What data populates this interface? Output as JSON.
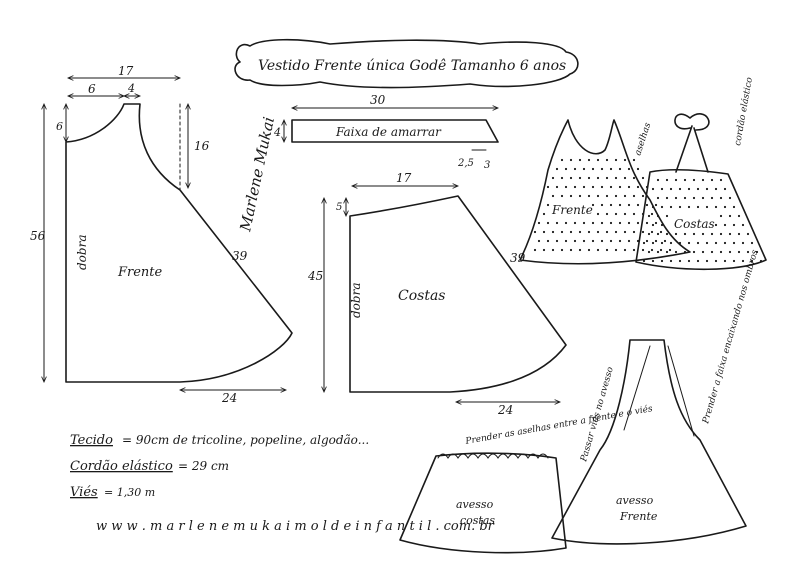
{
  "title": "Vestido Frente única Godê Tamanho 6 anos",
  "front_pattern": {
    "dim_width_top": "17",
    "dim_neck": "6",
    "dim_strap": "4",
    "dim_side_drop": "6",
    "dim_armhole": "16",
    "dim_length": "56",
    "dim_side_seam": "39",
    "dim_hem_ext": "24",
    "fold_label": "dobra",
    "piece_label": "Frente"
  },
  "back_pattern": {
    "dim_width_top": "17",
    "dim_top_drop": "5",
    "dim_length": "45",
    "dim_side_seam": "39",
    "dim_hem_ext": "24",
    "fold_label": "dobra",
    "piece_label": "Costas"
  },
  "tie_pattern": {
    "dim_length": "30",
    "dim_height": "4",
    "dim_end_a": "2,5",
    "dim_end_b": "3",
    "label": "Faixa de amarrar"
  },
  "signature": "Marlene Mukai",
  "illustration": {
    "front_label": "Frente",
    "back_label": "Costas",
    "loops_label": "aselhas",
    "elastic_label": "cordão elástico"
  },
  "sewing_steps": {
    "back_label_1": "avesso",
    "back_label_2": "costas",
    "back_note": "Prender as aselhas entre a frente e o viés",
    "front_label_1": "avesso",
    "front_label_2": "Frente",
    "bias_note": "Passar viés no avesso",
    "strap_note": "Prender a faixa encaixando nos ombros"
  },
  "materials": {
    "fabric_label": "Tecido",
    "fabric_value": "= 90cm de tricoline, popeline, algodão...",
    "elastic_label": "Cordão elástico",
    "elastic_value": "= 29 cm",
    "bias_label": "Viés",
    "bias_value": "= 1,30 m"
  },
  "website": "w w w . m a r l e n e m u k a i m o l d e i n f a n t i l . com. br"
}
